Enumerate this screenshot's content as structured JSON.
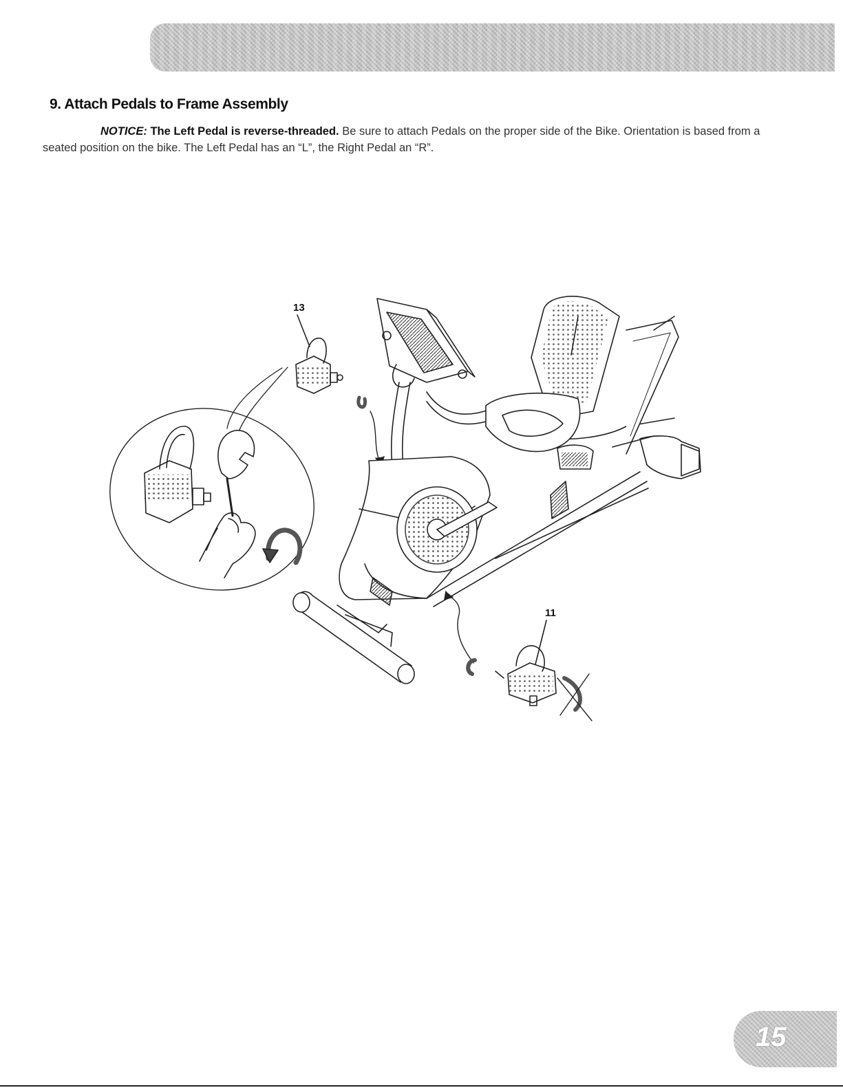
{
  "step": {
    "title": "9. Attach Pedals to Frame Assembly",
    "notice_keyword": "NOTICE:",
    "notice_lead": "The Left Pedal is reverse-threaded.",
    "notice_body": "Be sure to attach Pedals on the proper side of the Bike. Orientation is based from a seated position on the bike. The Left Pedal has an “L”, the Right Pedal an “R”."
  },
  "figure": {
    "callout_left": "13",
    "callout_right": "11"
  },
  "page": {
    "number": "15"
  },
  "colors": {
    "band": "#bdbdbd",
    "ink": "#1a1a1a"
  }
}
